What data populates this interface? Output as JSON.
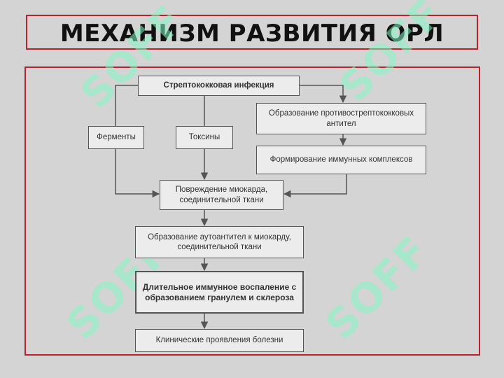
{
  "title": "МЕХАНИЗМ РАЗВИТИЯ ОРЛ",
  "boxes": {
    "strep": "Стрептококковая инфекция",
    "enzymes": "Ферменты",
    "toxins": "Токсины",
    "antibodies": "Образование противострептококковых антител",
    "complexes": "Формирование иммунных комплексов",
    "damage": "Повреждение миокарда, соединительной ткани",
    "autoantibodies": "Образование аутоантител к миокарду, соединительной ткани",
    "inflammation": "Длительное иммунное воспаление с образованием гранулем и склероза",
    "clinical": "Клинические проявления болезни"
  },
  "watermark": "SOFF",
  "colors": {
    "frame": "#b8232f",
    "watermark": "#82f5c3"
  }
}
